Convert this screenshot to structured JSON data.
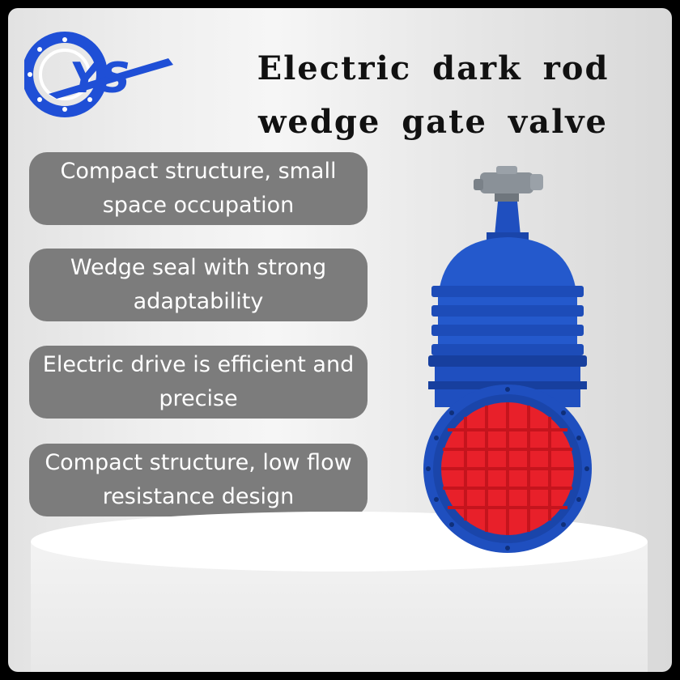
{
  "header": {
    "title": "Electric dark rod wedge gate valve",
    "logo_text": "YS"
  },
  "features": [
    {
      "label": "Compact structure, small space occupation"
    },
    {
      "label": "Wedge seal with strong adaptability"
    },
    {
      "label": "Electric drive is efficient and precise"
    },
    {
      "label": "Compact structure, low flow resistance design"
    }
  ],
  "product": {
    "icon": "gate-valve-icon",
    "body_color": "#1f4fbf",
    "disc_color": "#e8202a",
    "actuator_color": "#8a9198"
  },
  "colors": {
    "brand_blue": "#1f4fd6",
    "pill_bg": "#7c7c7c"
  }
}
